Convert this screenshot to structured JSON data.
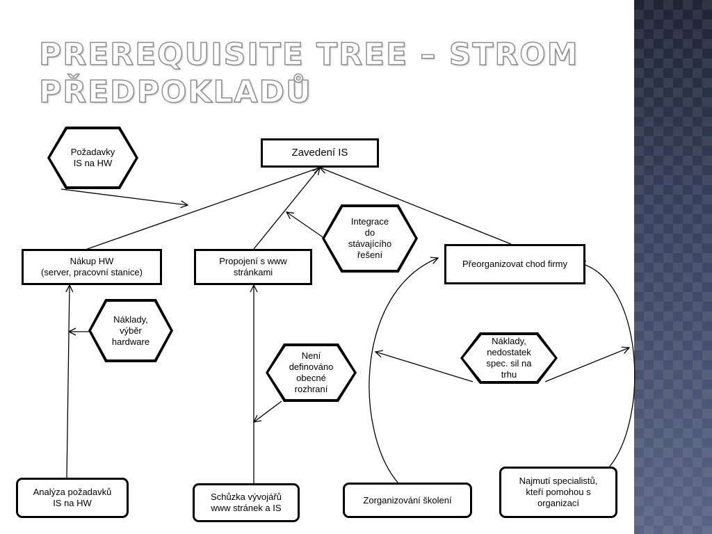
{
  "slide": {
    "title": "Prerequisite tree – strom předpokladů"
  },
  "diagram": {
    "nodes": {
      "zavedeni_is": "Zavedení IS",
      "nakup_hw": "Nákup HW\n(server, pracovní stanice)",
      "propojeni_www": "Propojení s www\nstránkami",
      "preorganizovat": "Přeorganizovat chod firmy",
      "analyza": "Analýza požadavků\nIS na HW",
      "schuzka": "Schůzka vývojářů\nwww stránek a IS",
      "zorganizovani": "Zorganizování školení",
      "najmuti": "Najmutí specialistů,\nkteří pomohou s\norganizací"
    },
    "obstacles": {
      "pozadavky": "Požadavky\nIS na HW",
      "integrace": "Integrace\ndo\nstávajícího\nřešení",
      "naklady_vyber": "Náklady,\nvýběr\nhardware",
      "neni_rozhrani": "Není\ndefinováno\nobecné\nrozhraní",
      "naklady_nedostatek": "Náklady,\nnedostatek\nspec. sil na\ntrhu"
    }
  }
}
